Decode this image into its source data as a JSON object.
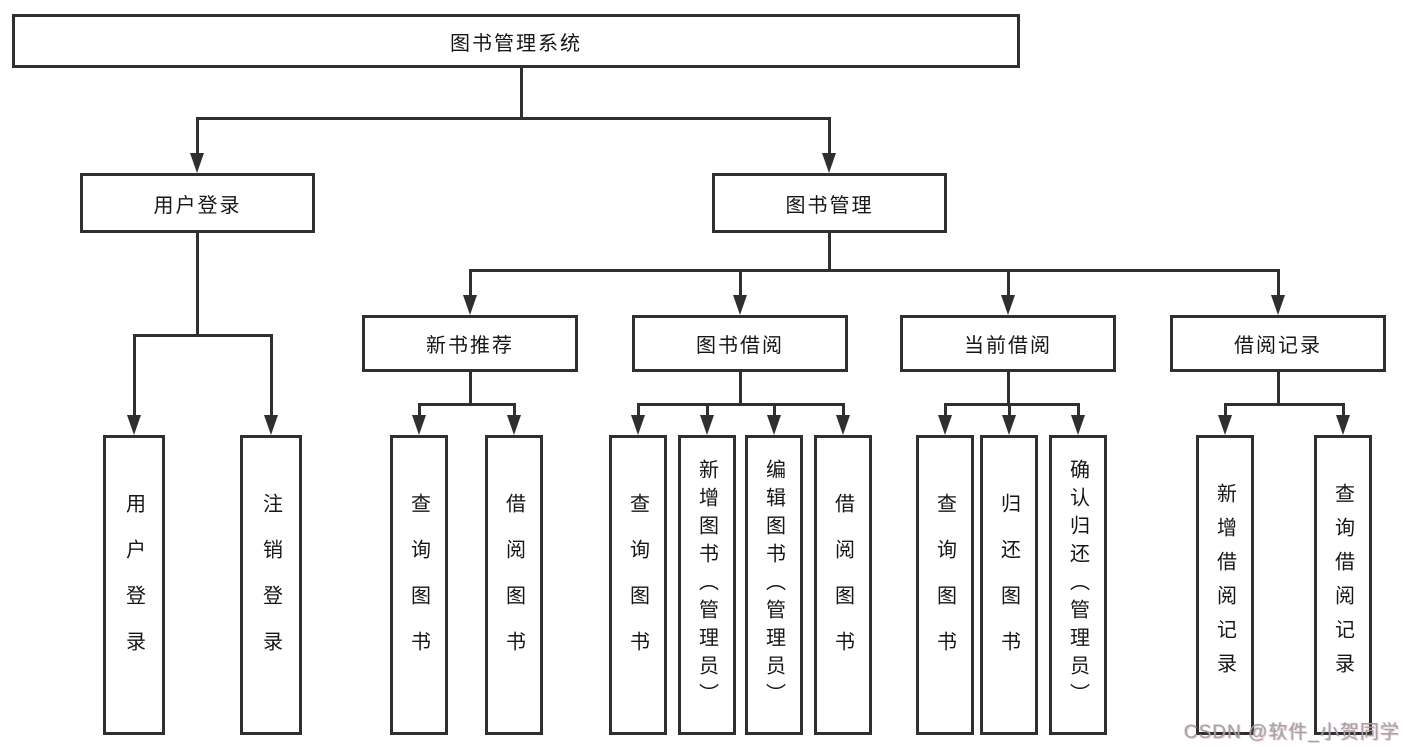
{
  "tree": {
    "root": {
      "label": "图书管理系统"
    },
    "children": [
      {
        "label": "用户登录",
        "children": [
          {
            "label": "用户登录"
          },
          {
            "label": "注销登录"
          }
        ]
      },
      {
        "label": "图书管理",
        "children": [
          {
            "label": "新书推荐",
            "children": [
              {
                "label": "查询图书"
              },
              {
                "label": "借阅图书"
              }
            ]
          },
          {
            "label": "图书借阅",
            "children": [
              {
                "label": "查询图书"
              },
              {
                "label": "新增图书（管理员）"
              },
              {
                "label": "编辑图书（管理员）"
              },
              {
                "label": "借阅图书"
              }
            ]
          },
          {
            "label": "当前借阅",
            "children": [
              {
                "label": "查询图书"
              },
              {
                "label": "归还图书"
              },
              {
                "label": "确认归还（管理员）"
              }
            ]
          },
          {
            "label": "借阅记录",
            "children": [
              {
                "label": "新增借阅记录"
              },
              {
                "label": "查询借阅记录"
              }
            ]
          }
        ]
      }
    ]
  },
  "watermark": {
    "text": "CSDN @软件_小贺同学"
  },
  "colors": {
    "line": "#2f2f2f",
    "text": "#161616",
    "background": "#ffffff",
    "watermark": "#a3a3a3"
  }
}
